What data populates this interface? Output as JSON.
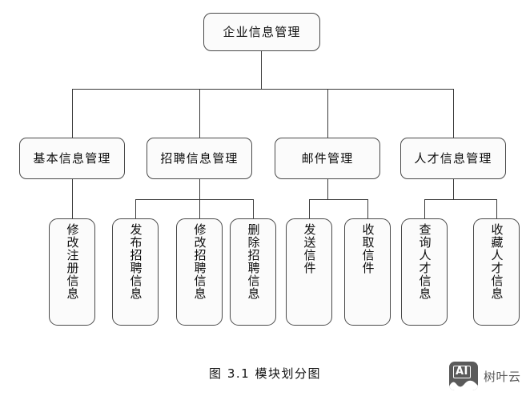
{
  "figure": {
    "caption": "图 3.1 模块划分图",
    "root": {
      "label": "企业信息管理"
    },
    "level2": [
      {
        "label": "基本信息管理"
      },
      {
        "label": "招聘信息管理"
      },
      {
        "label": "邮件管理"
      },
      {
        "label": "人才信息管理"
      }
    ],
    "leaves": [
      {
        "label": "修改注册信息"
      },
      {
        "label": "发布招聘信息"
      },
      {
        "label": "修改招聘信息"
      },
      {
        "label": "删除招聘信息"
      },
      {
        "label": "发送信件"
      },
      {
        "label": "收取信件"
      },
      {
        "label": "查询人才信息"
      },
      {
        "label": "收藏人才信息"
      }
    ],
    "colors": {
      "box_border": "#4a4a4a",
      "box_fill": "#fbfbfb",
      "line": "#3a3a3a",
      "text": "#0d0d0d",
      "watermark": "#5a5a5a"
    }
  },
  "watermark": {
    "badge_text": "AI",
    "label": "树叶云"
  }
}
